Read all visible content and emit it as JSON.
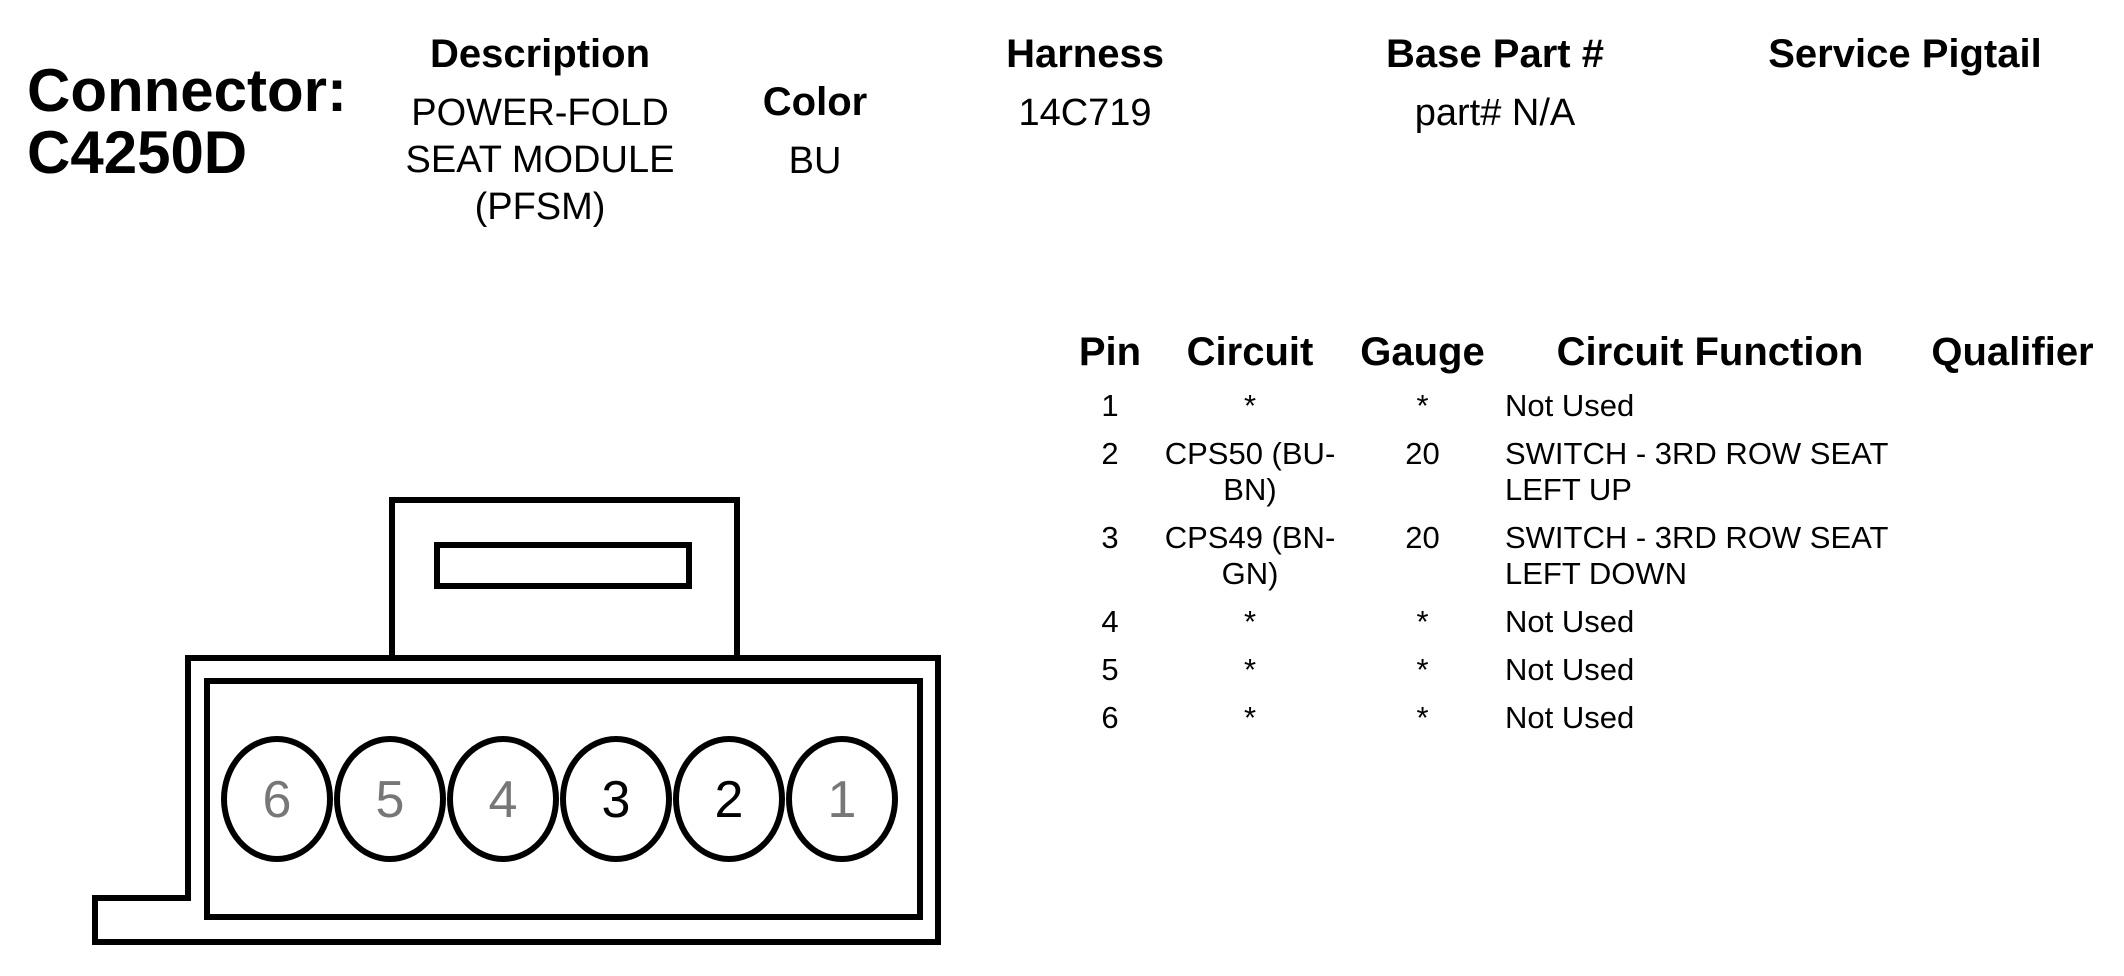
{
  "connector": {
    "label": "Connector:",
    "id": "C4250D"
  },
  "header": {
    "description": {
      "label": "Description",
      "lines": [
        "POWER-FOLD",
        "SEAT MODULE",
        "(PFSM)"
      ]
    },
    "color": {
      "label": "Color",
      "value": "BU"
    },
    "harness": {
      "label": "Harness",
      "value": "14C719"
    },
    "base_part": {
      "label": "Base Part #",
      "value": "part# N/A"
    },
    "service_pigtail": {
      "label": "Service Pigtail",
      "value": ""
    }
  },
  "table": {
    "columns": [
      "Pin",
      "Circuit",
      "Gauge",
      "Circuit Function",
      "Qualifier"
    ],
    "rows": [
      {
        "pin": "1",
        "circuit": [
          "*"
        ],
        "gauge": "*",
        "function": [
          "Not Used"
        ],
        "qualifier": ""
      },
      {
        "pin": "2",
        "circuit": [
          "CPS50 (BU-",
          "BN)"
        ],
        "gauge": "20",
        "function": [
          "SWITCH - 3RD ROW SEAT",
          "LEFT UP"
        ],
        "qualifier": ""
      },
      {
        "pin": "3",
        "circuit": [
          "CPS49 (BN-",
          "GN)"
        ],
        "gauge": "20",
        "function": [
          "SWITCH - 3RD ROW SEAT",
          "LEFT DOWN"
        ],
        "qualifier": ""
      },
      {
        "pin": "4",
        "circuit": [
          "*"
        ],
        "gauge": "*",
        "function": [
          "Not Used"
        ],
        "qualifier": ""
      },
      {
        "pin": "5",
        "circuit": [
          "*"
        ],
        "gauge": "*",
        "function": [
          "Not Used"
        ],
        "qualifier": ""
      },
      {
        "pin": "6",
        "circuit": [
          "*"
        ],
        "gauge": "*",
        "function": [
          "Not Used"
        ],
        "qualifier": ""
      }
    ]
  },
  "diagram": {
    "pins": [
      {
        "label": "6",
        "used": false
      },
      {
        "label": "5",
        "used": false
      },
      {
        "label": "4",
        "used": false
      },
      {
        "label": "3",
        "used": true
      },
      {
        "label": "2",
        "used": true
      },
      {
        "label": "1",
        "used": false
      }
    ],
    "colors": {
      "used": "#000000",
      "unused": "#777777",
      "stroke": "#000000"
    }
  }
}
